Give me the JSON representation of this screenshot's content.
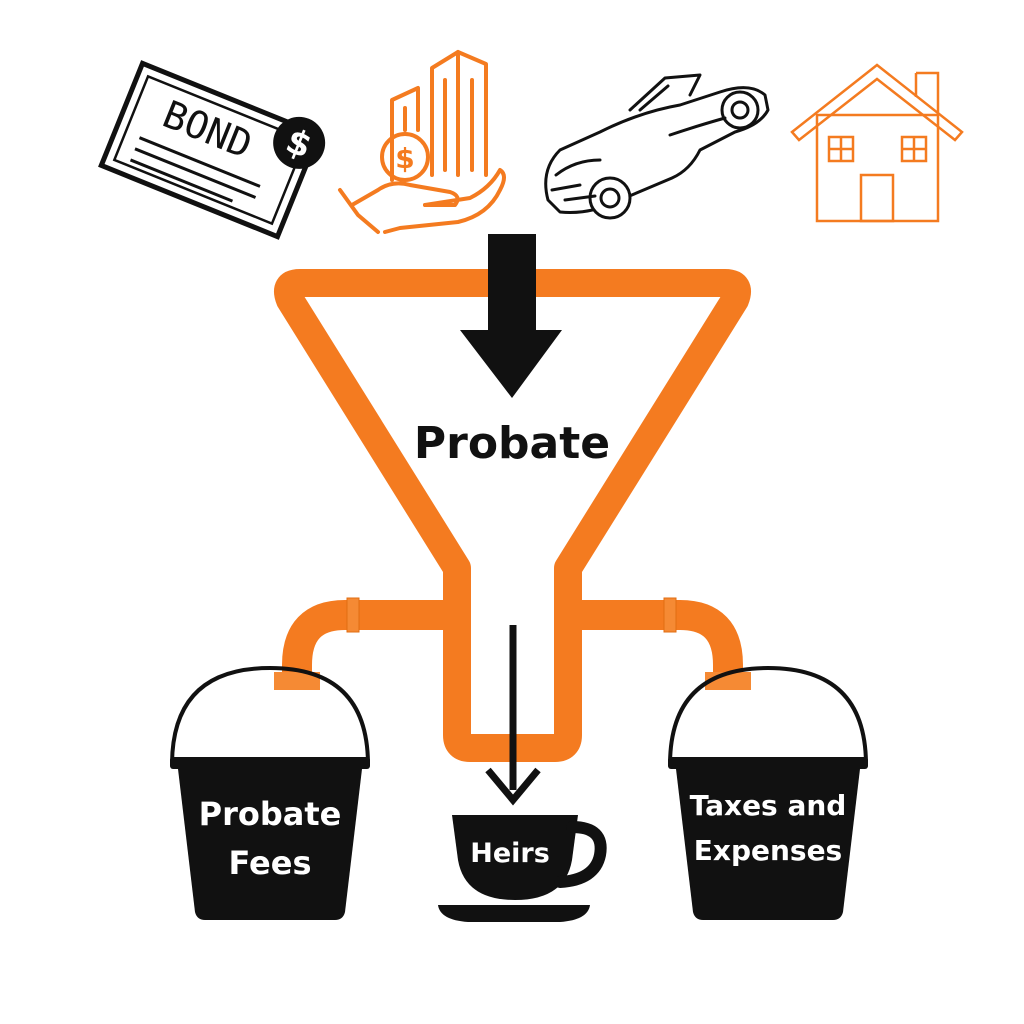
{
  "assets": {
    "bond": {
      "icon": "bond-certificate-icon",
      "label": "BOND",
      "badge_symbol": "$"
    },
    "investment": {
      "icon": "investment-hand-building-icon",
      "symbol": "$"
    },
    "vehicle": {
      "icon": "sports-car-icon"
    },
    "real_estate": {
      "icon": "house-icon"
    }
  },
  "funnel": {
    "label": "Probate"
  },
  "buckets": {
    "left": {
      "line1": "Probate",
      "line2": "Fees"
    },
    "right": {
      "line1": "Taxes and",
      "line2": "Expenses"
    }
  },
  "cup": {
    "label": "Heirs"
  },
  "colors": {
    "pipe": "#f47b20",
    "ink": "#111111",
    "background": "#ffffff"
  }
}
